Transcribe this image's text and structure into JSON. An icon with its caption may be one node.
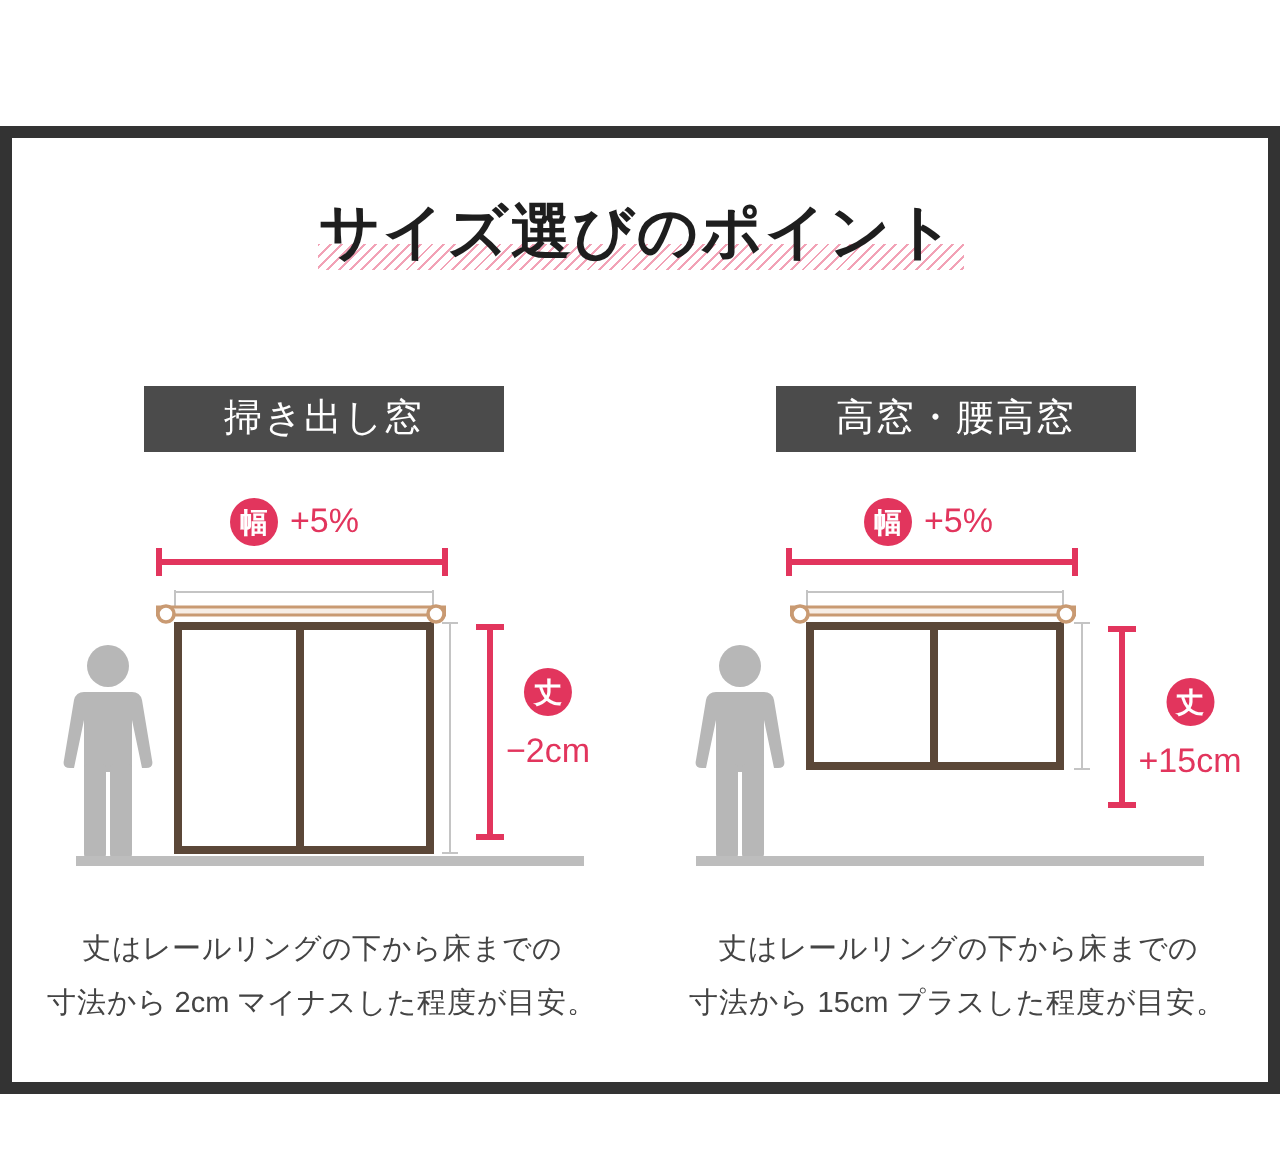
{
  "diagram": {
    "title": "サイズ選びのポイント",
    "nodes": [
      {
        "text": [
          "掃き出し窓"
        ]
      },
      {
        "text": [
          "幅"
        ],
        "beside": [
          "+5%"
        ]
      },
      {
        "text": [
          "丈"
        ],
        "beside": [
          "−2cm"
        ]
      },
      {
        "text": [
          "高窓・腰高窓"
        ]
      },
      {
        "text": [
          "幅"
        ],
        "beside": [
          "+5%"
        ]
      },
      {
        "text": [
          "丈"
        ],
        "beside": [
          "+15cm"
        ]
      }
    ],
    "labels": [
      "丈はレールリングの下から床までの寸法から 2cm マイナスした程度が目安。",
      "丈はレールリングの下から床までの寸法から 15cm プラスした程度が目安。"
    ]
  }
}
